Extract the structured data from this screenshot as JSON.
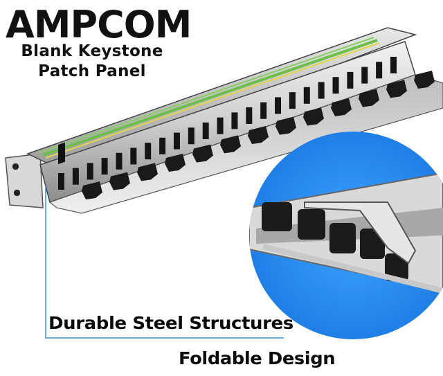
{
  "brand": {
    "logo_text": "AMPCOM"
  },
  "product": {
    "title_line1": "Blank Keystone",
    "title_line2": "Patch Panel"
  },
  "features": {
    "steel": "Durable Steel Structures",
    "foldable": "Foldable Design"
  },
  "colors": {
    "accent_blue": "#2e8ff0",
    "pointer_line": "#3a8fd8",
    "steel": "#c9c9c9",
    "dark_steel": "#2a2a2a",
    "cable_green": "#6cc04a",
    "cable_yellow": "#e3d54a"
  }
}
